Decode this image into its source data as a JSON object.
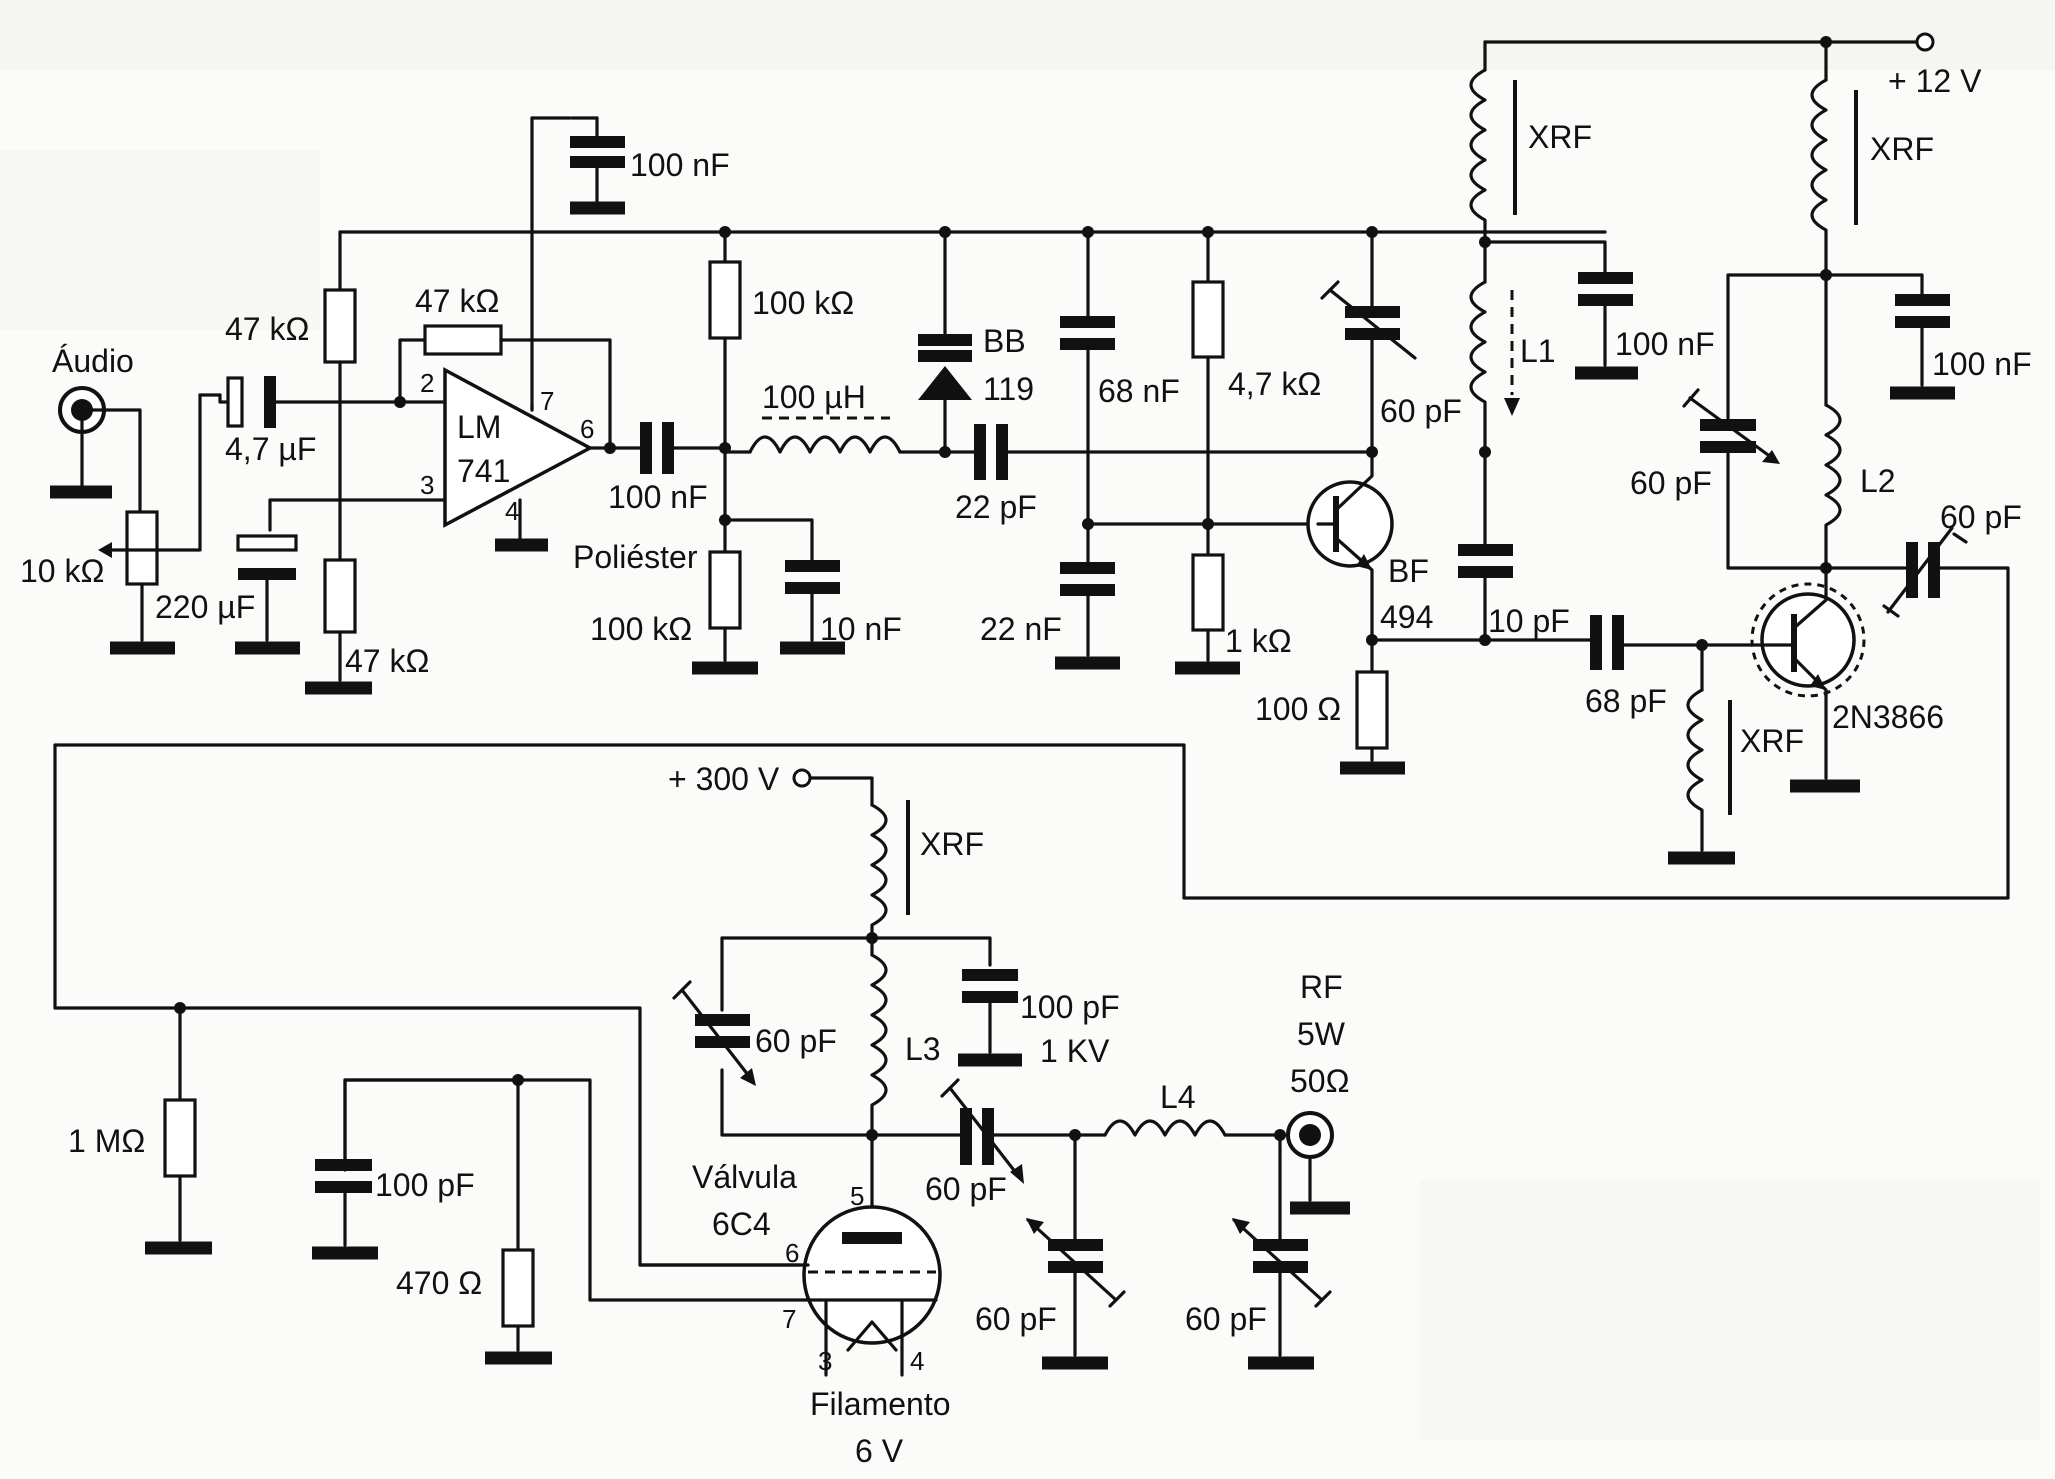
{
  "labels": {
    "audio": "Áudio",
    "pot": "10 kΩ",
    "c_in": "4,7 µF",
    "c_220": "220 µF",
    "r_47a": "47 kΩ",
    "r_47b": "47 kΩ",
    "r_47c": "47 kΩ",
    "c_100n_top": "100 nF",
    "lm": "LM",
    "u741": "741",
    "pin2": "2",
    "pin3": "3",
    "pin4": "4",
    "pin6": "6",
    "pin7": "7",
    "c_100n_out": "100 nF",
    "poliester": "Poliéster",
    "r_100k_top": "100 kΩ",
    "r_100k_bot": "100 kΩ",
    "c_10n": "10 nF",
    "l_100uH": "100 µH",
    "bb": "BB",
    "bb119": "119",
    "c_22p": "22 pF",
    "c_68n": "68 nF",
    "c_22n": "22 nF",
    "r_4k7": "4,7 kΩ",
    "r_1k": "1 kΩ",
    "ct_60p_1": "60 pF",
    "bf": "BF",
    "bf494": "494",
    "r_100": "100 Ω",
    "xrf1": "XRF",
    "l1": "L1",
    "c_100n_l1": "100 nF",
    "c_10p": "10 pF",
    "vcc": "+ 12 V",
    "xrf2": "XRF",
    "c_100n_right": "100 nF",
    "ct_60p_2": "60 pF",
    "l2": "L2",
    "ct_60p_3": "60 pF",
    "c_68p": "68 pF",
    "xrf3": "XRF",
    "q2n3866": "2N3866",
    "hv": "+ 300 V",
    "xrf4": "XRF",
    "ct_60p_4": "60 pF",
    "l3": "L3",
    "c_100p_1kv_a": "100 pF",
    "c_100p_1kv_b": "1 KV",
    "ct_60p_5": "60 pF",
    "l4": "L4",
    "rf": "RF",
    "rf5w": "5W",
    "rf50": "50Ω",
    "ct_60p_6": "60 pF",
    "ct_60p_7": "60 pF",
    "valvula": "Válvula",
    "v6c4": "6C4",
    "vpin5": "5",
    "vpin6": "6",
    "vpin7": "7",
    "vpin3": "3",
    "vpin4": "4",
    "filamento": "Filamento",
    "v6": "6 V",
    "r_1m": "1 MΩ",
    "c_100p": "100 pF",
    "r_470": "470 Ω"
  }
}
